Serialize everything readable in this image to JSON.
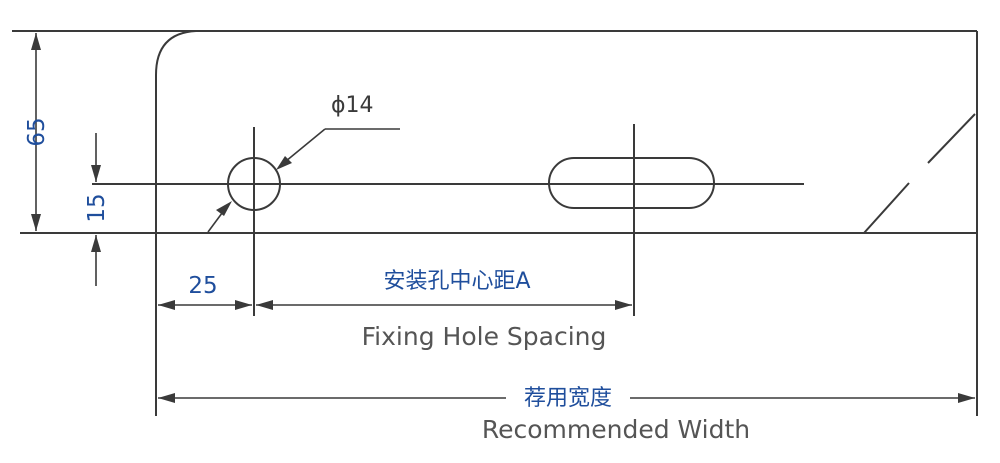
{
  "dimensions": {
    "height_total": "65",
    "offset_vertical": "15",
    "offset_horizontal": "25",
    "hole_diameter": "ϕ14"
  },
  "labels": {
    "fixing_hole_spacing_cn": "安装孔中心距A",
    "fixing_hole_spacing_en": "Fixing Hole Spacing",
    "recommended_width_cn": "荐用宽度",
    "recommended_width_en": "Recommended Width"
  },
  "colors": {
    "line": "#3a3a3a",
    "dimension_text": "#1f4e9c",
    "caption_text": "#555555"
  }
}
